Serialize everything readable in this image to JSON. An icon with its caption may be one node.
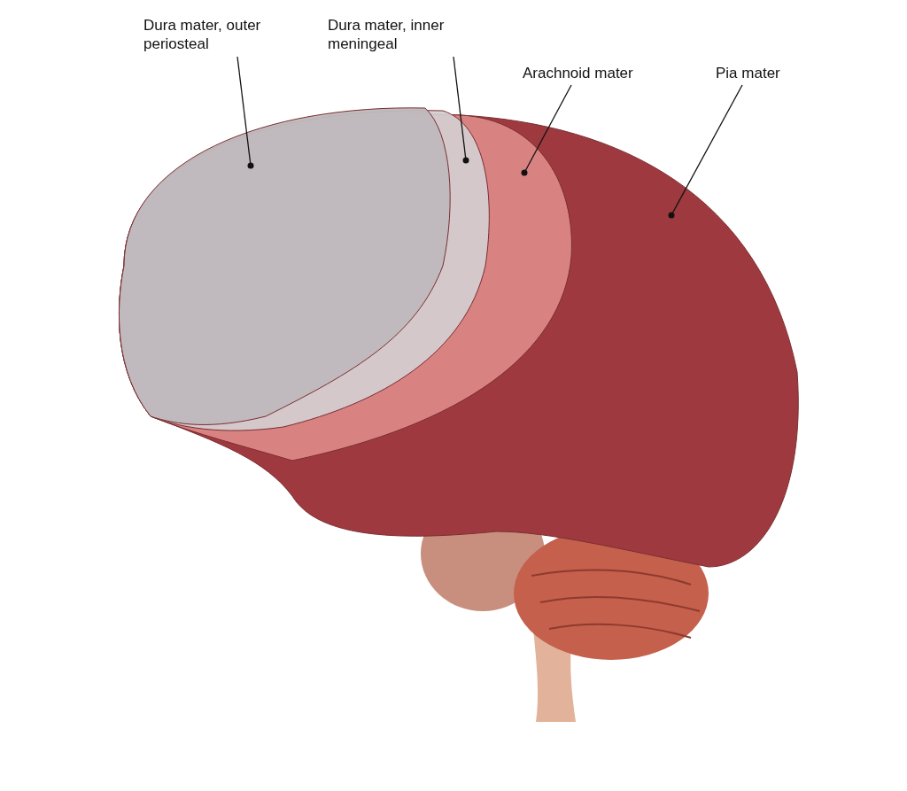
{
  "diagram": {
    "nodes": [
      {
        "text": [
          "Dura mater, outer periosteal"
        ]
      },
      {
        "text": [
          "Dura mater, inner meningeal"
        ]
      },
      {
        "text": [
          "Arachnoid mater"
        ]
      },
      {
        "text": [
          "Pia mater"
        ]
      }
    ],
    "edges": [
      {
        "from": 0,
        "to": null,
        "arrow": "other"
      },
      {
        "from": 1,
        "to": null,
        "arrow": "other"
      },
      {
        "from": 2,
        "to": null,
        "arrow": "other"
      },
      {
        "from": 3,
        "to": null,
        "arrow": "other"
      }
    ]
  }
}
